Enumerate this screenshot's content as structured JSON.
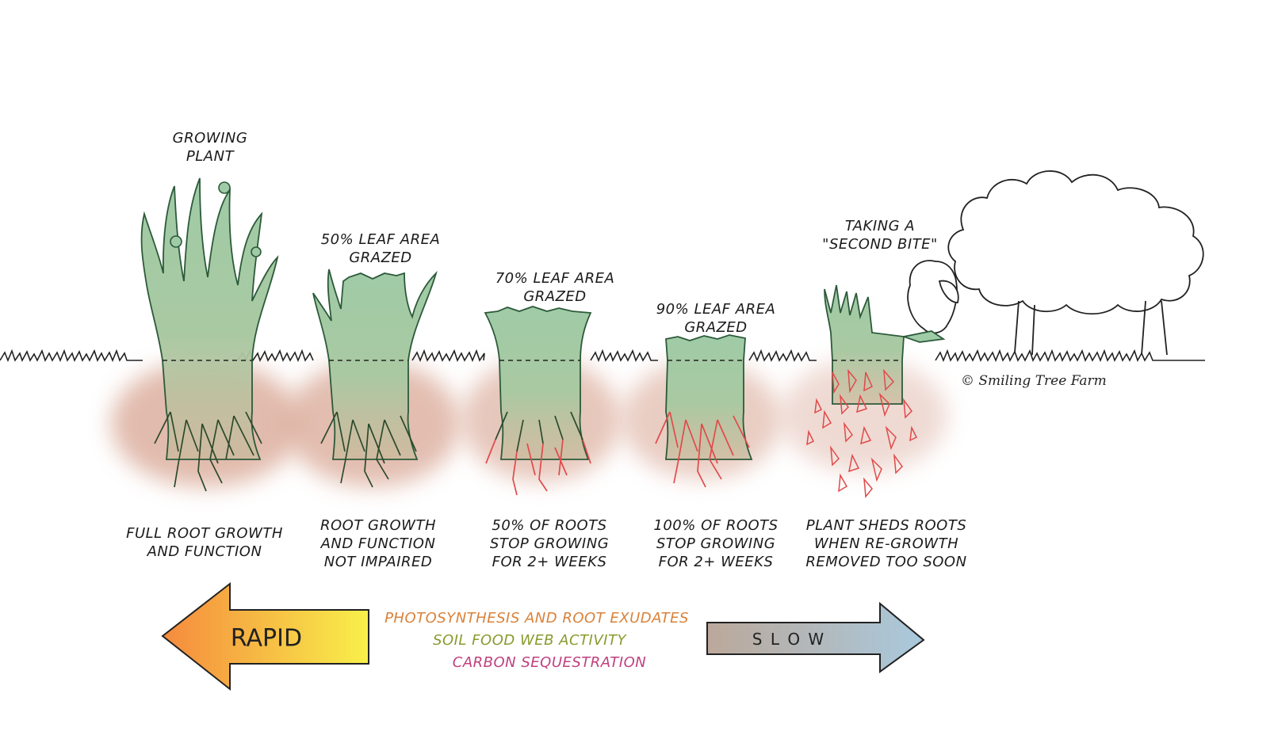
{
  "stages": [
    {
      "top_label": [
        "GROWING",
        "PLANT"
      ],
      "bottom_label": [
        "FULL ROOT GROWTH",
        "AND FUNCTION"
      ]
    },
    {
      "top_label": [
        "50% LEAF AREA",
        "GRAZED"
      ],
      "bottom_label": [
        "ROOT GROWTH",
        "AND FUNCTION",
        "NOT IMPAIRED"
      ]
    },
    {
      "top_label": [
        "70% LEAF AREA",
        "GRAZED"
      ],
      "bottom_label": [
        "50% OF ROOTS",
        "STOP GROWING",
        "FOR 2+ WEEKS"
      ]
    },
    {
      "top_label": [
        "90% LEAF AREA",
        "GRAZED"
      ],
      "bottom_label": [
        "100% OF ROOTS",
        "STOP GROWING",
        "FOR 2+ WEEKS"
      ]
    },
    {
      "top_label": [
        "TAKING A",
        "\"SECOND BITE\""
      ],
      "bottom_label": [
        "PLANT SHEDS ROOTS",
        "WHEN RE-GROWTH",
        "REMOVED TOO SOON"
      ]
    }
  ],
  "credit": "© Smiling Tree Farm",
  "legend": {
    "lines": [
      {
        "text": "PHOTOSYNTHESIS AND ROOT EXUDATES",
        "color": "#d9823a"
      },
      {
        "text": "SOIL FOOD WEB ACTIVITY",
        "color": "#8a9a2e"
      },
      {
        "text": "CARBON SEQUESTRATION",
        "color": "#c0407e"
      }
    ]
  },
  "arrows": {
    "left_label": "RAPID",
    "right_label": "S L O W"
  },
  "colors": {
    "leaf": "#9fcba6",
    "leaf_stroke": "#2c5a3a",
    "soil": "#d8a593",
    "root_healthy": "#2c4a2c",
    "root_stopped": "#e04a4a",
    "rapid_arrow_start": "#f58a3e",
    "rapid_arrow_end": "#f8f04a",
    "slow_arrow_start": "#bba89a",
    "slow_arrow_end": "#a9c9dd"
  }
}
